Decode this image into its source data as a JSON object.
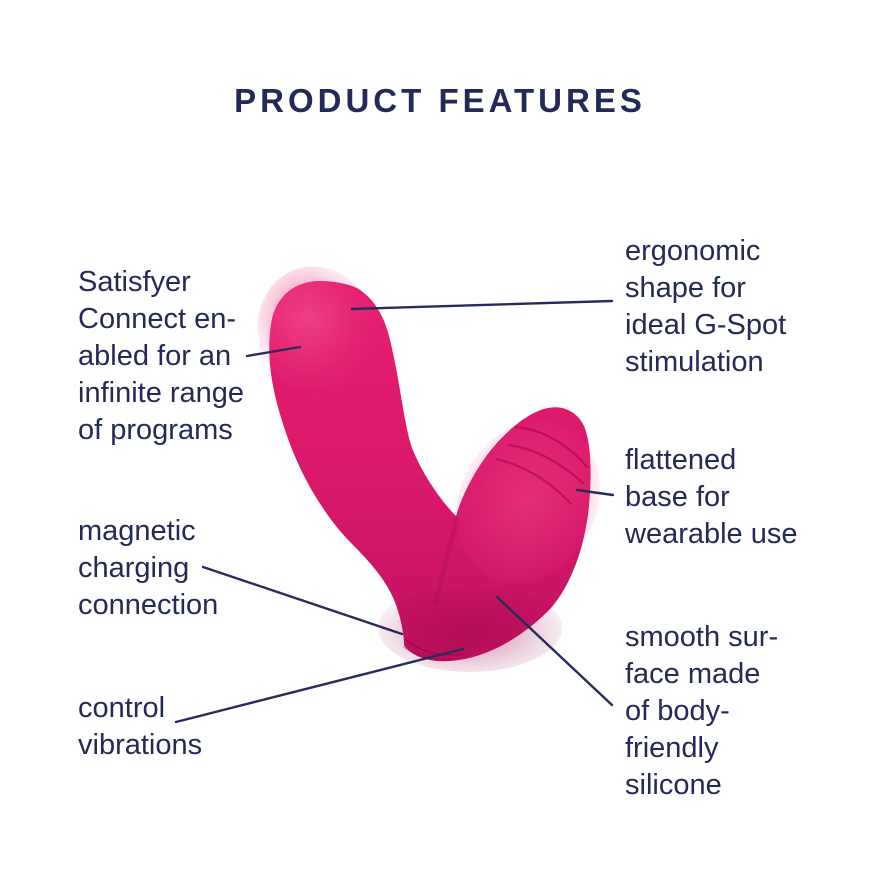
{
  "title": "PRODUCT FEATURES",
  "colors": {
    "background": "#FFFFFF",
    "text_navy": "#232A58",
    "callout_line": "#262C5B",
    "product_pink": "#DD186B",
    "product_pink_light": "#F1498C",
    "product_pink_dark": "#BE0F5E",
    "product_crease": "#B30D56"
  },
  "product": {
    "name": "pink wearable vibrator"
  },
  "features": {
    "connect": {
      "text": "Satisfyer\nConnect en-\nabled for an\ninfinite range\nof programs"
    },
    "magnetic": {
      "text": "magnetic\ncharging\nconnection"
    },
    "control": {
      "text": "control\nvibrations"
    },
    "ergonomic": {
      "text": "ergonomic\nshape for\nideal G-Spot\nstimulation"
    },
    "flattened": {
      "text": "flattened\nbase for\nwearable use"
    },
    "smooth": {
      "text": "smooth sur-\nface made\nof body-\nfriendly\nsilicone"
    }
  }
}
